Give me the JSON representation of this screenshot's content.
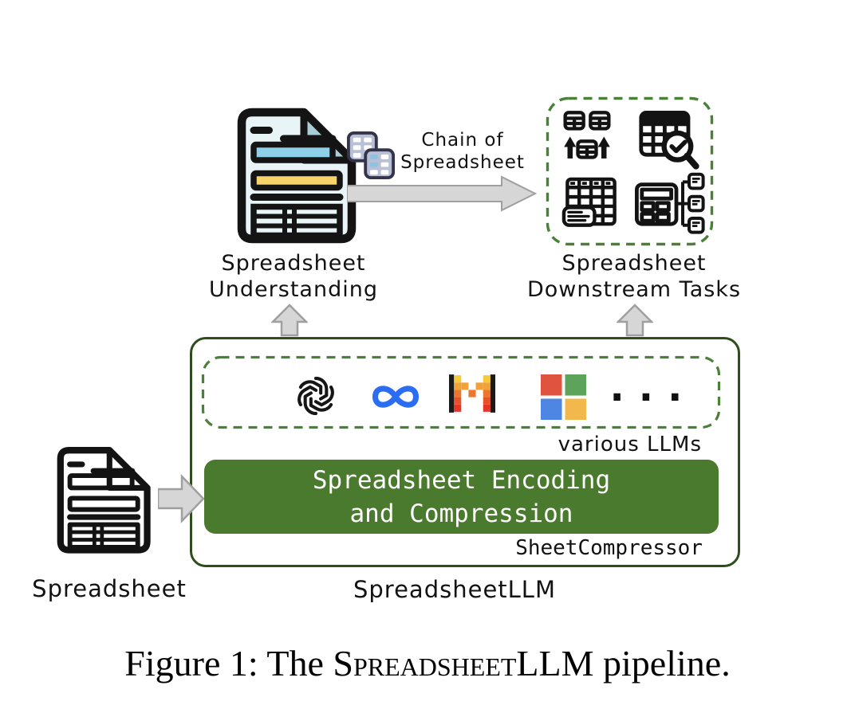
{
  "figure": {
    "caption": {
      "prefix": "Figure 1: The ",
      "smallcaps": "Spreadsheet",
      "suffix": "LLM pipeline."
    }
  },
  "labels": {
    "understanding": [
      "Spreadsheet",
      "Understanding"
    ],
    "chain": [
      "Chain of",
      "Spreadsheet"
    ],
    "downstream": [
      "Spreadsheet",
      "Downstream Tasks"
    ],
    "various_llms": "various LLMs",
    "encoding": [
      "Spreadsheet Encoding",
      "and Compression"
    ],
    "sheet_compressor": "SheetCompressor",
    "spreadsheet_llm": "SpreadsheetLLM",
    "spreadsheet_input": "Spreadsheet",
    "more_llms_dots": "..."
  },
  "colors": {
    "dark_green_border": "#2d4e1c",
    "green_fill": "#4a7a2e",
    "dashed_green": "#4a8038",
    "arrow_fill": "#d6d6d6",
    "arrow_stroke": "#9f9f9f",
    "icon_black": "#131313",
    "openai_black": "#161616",
    "meta_blue": "#2a6df2",
    "ms_red": "#e0543f",
    "ms_green": "#5da35c",
    "ms_blue": "#4e86e4",
    "ms_yellow": "#f2b84b",
    "paper_fill": "#e9f4f6",
    "paper_fold": "#a9ced8",
    "paper_blue": "#8ed0e8",
    "paper_yellow": "#f6d46a",
    "mini_table_bg": "#b9c0d6",
    "mini_table_cell": "#ffffff",
    "mini_table_cell_blue": "#8fc3dd"
  },
  "logos": {
    "mistral": {
      "palette": [
        "#F5C938",
        "#F0A33B",
        "#EC7630",
        "#E95229",
        "#E63425"
      ],
      "rows": [
        [
          0,
          4
        ],
        [
          0,
          1,
          3,
          4
        ],
        [
          0,
          2,
          4
        ],
        [
          0,
          4
        ],
        [
          0,
          4
        ]
      ],
      "black": "#1a1a1a"
    }
  }
}
